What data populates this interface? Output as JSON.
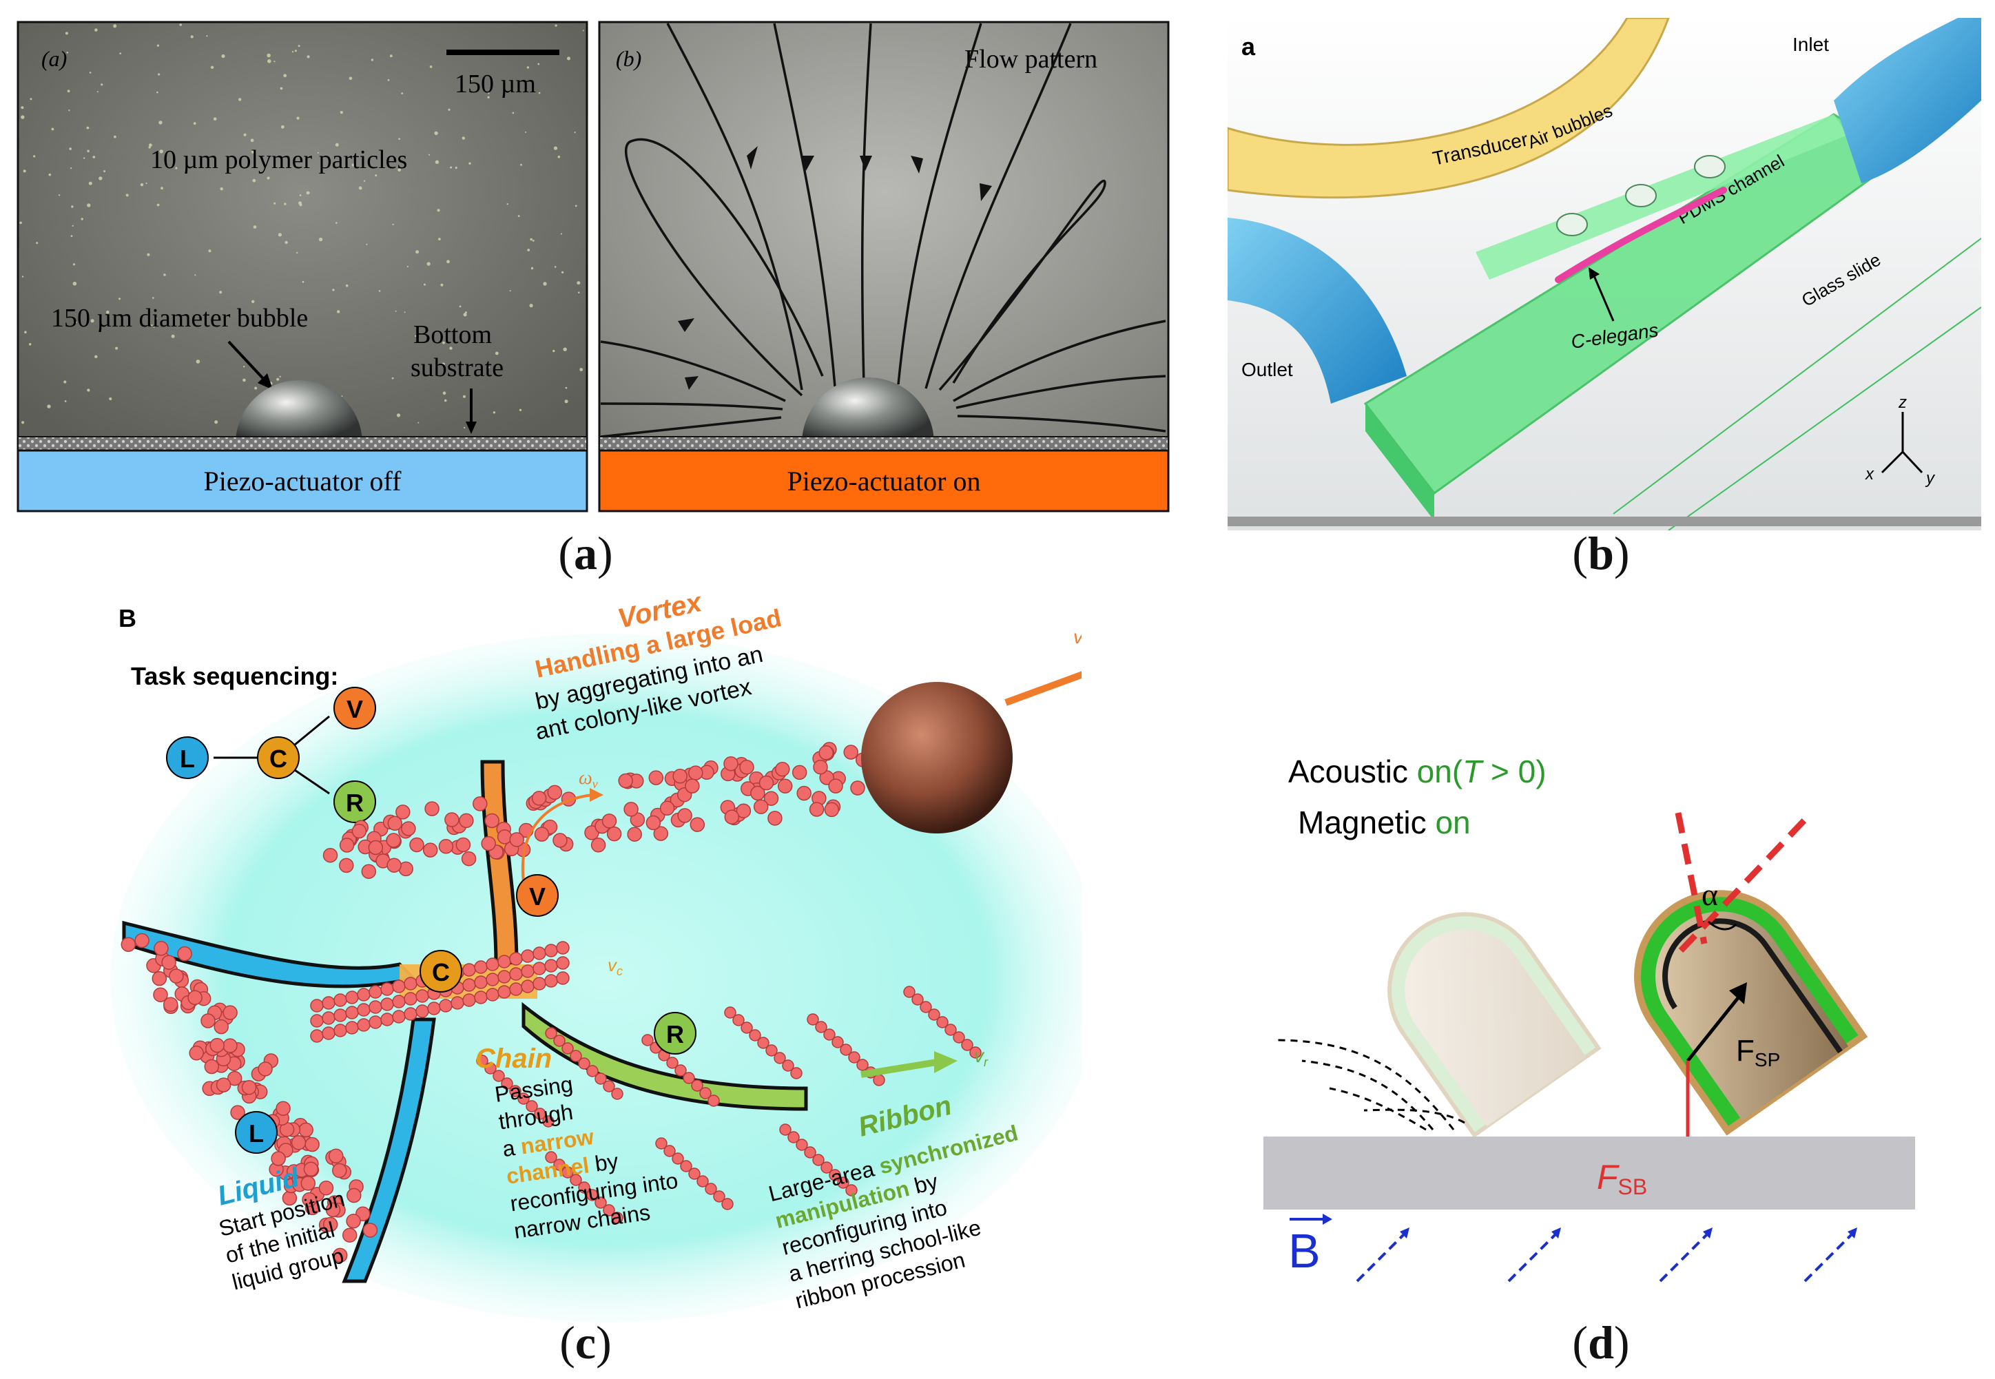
{
  "panel_a": {
    "left": {
      "label": "(a)",
      "scale_bar": "150 µm",
      "particles": "10 µm polymer particles",
      "bubble": "150 µm diameter bubble",
      "substrate_1": "Bottom",
      "substrate_2": "substrate",
      "actuator": "Piezo-actuator off"
    },
    "right": {
      "label": "(b)",
      "title": "Flow pattern",
      "actuator": "Piezo-actuator on"
    },
    "caption_open": "(",
    "caption_letter": "a",
    "caption_close": ")",
    "colors": {
      "off": "#7cc6f7",
      "on": "#ff6a0a"
    }
  },
  "panel_b": {
    "label": "a",
    "transducer": "Transducer",
    "inlet": "Inlet",
    "air_bubbles": "Air bubbles",
    "pdms": "PDMS channel",
    "glass": "Glass slide",
    "outlet": "Outlet",
    "celegans": "C-elegans",
    "axis_z": "z",
    "axis_x": "x",
    "axis_y": "y",
    "caption_open": "(",
    "caption_letter": "b",
    "caption_close": ")"
  },
  "panel_c": {
    "label": "B",
    "task_seq": "Task sequencing:",
    "node_L": "L",
    "node_C": "C",
    "node_V": "V",
    "node_R": "R",
    "vortex_title": "Vortex",
    "vortex_line1": "Handling a large load",
    "vortex_line2": "by aggregating into an",
    "vortex_line3": "ant colony-like vortex",
    "omega": "ω",
    "omega_sub": "v",
    "vv": "v",
    "vv_sub": "v",
    "vc": "v",
    "vc_sub": "c",
    "vr": "v",
    "vr_sub": "r",
    "chain_title": "Chain",
    "chain_l1": "Passing",
    "chain_l2": "through",
    "chain_l3a": "a ",
    "chain_l3b": "narrow",
    "chain_l4a": "channel",
    "chain_l4b": " by",
    "chain_l5": "reconfiguring into",
    "chain_l6": "narrow chains",
    "liquid_title": "Liquid",
    "liquid_l1": "Start position",
    "liquid_l2": "of the initial",
    "liquid_l3": "liquid group",
    "ribbon_title": "Ribbon",
    "ribbon_l1a": "Large-area ",
    "ribbon_l1b": "synchronized",
    "ribbon_l2a": "manipulation",
    "ribbon_l2b": " by",
    "ribbon_l3": "reconfiguring into",
    "ribbon_l4": "a herring school-like",
    "ribbon_l5": "ribbon procession",
    "caption_open": "(",
    "caption_letter": "c",
    "caption_close": ")"
  },
  "panel_d": {
    "acoustic": "Acoustic ",
    "acoustic_on": "on",
    "acoustic_cond_open": "(",
    "acoustic_T": "T",
    "acoustic_cond_rest": " > 0)",
    "magnetic": "Magnetic ",
    "magnetic_on": "on",
    "alpha": "α",
    "fsp": "F",
    "fsp_sub": "SP",
    "fsb": "F",
    "fsb_sub": "SB",
    "b_field": "B",
    "caption_open": "(",
    "caption_letter": "d",
    "caption_close": ")"
  }
}
